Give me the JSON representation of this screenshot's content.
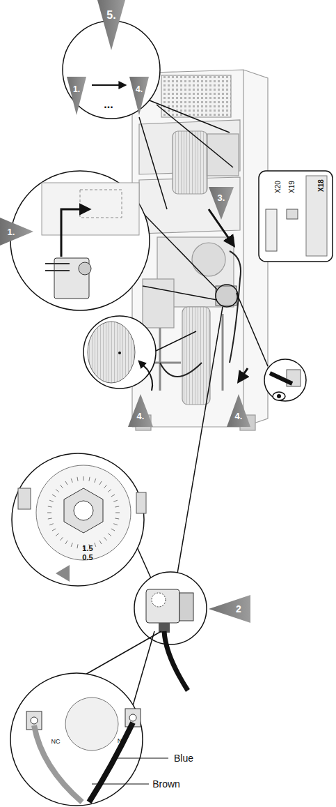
{
  "diagram": {
    "labels": [
      "5.",
      "1.",
      "4.",
      "...",
      "1.",
      "3.",
      "X18",
      "X19",
      "X20",
      "4.",
      "4.",
      "1.5",
      "0.5",
      "2",
      "NC",
      "N",
      "Blue",
      "Brown"
    ]
  }
}
